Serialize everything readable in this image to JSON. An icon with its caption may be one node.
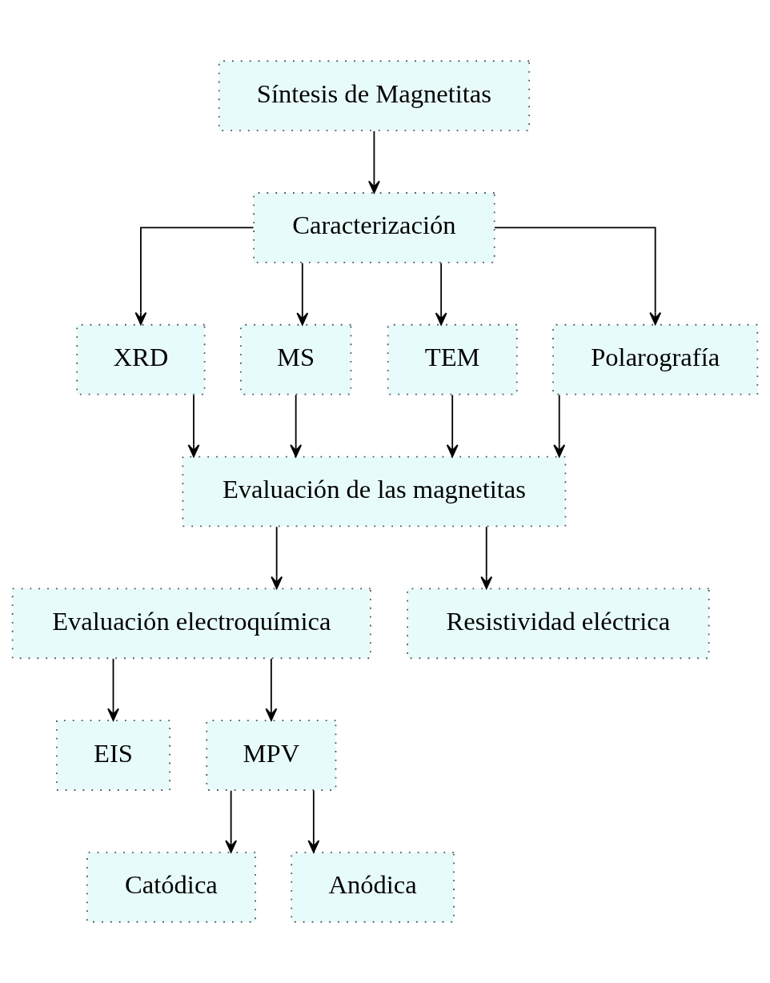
{
  "diagram": {
    "nodes": [
      {
        "text": [
          "Síntesis de Magnetitas"
        ]
      },
      {
        "text": [
          "Caracterización"
        ]
      },
      {
        "text": [
          "XRD"
        ]
      },
      {
        "text": [
          "MS"
        ]
      },
      {
        "text": [
          "TEM"
        ]
      },
      {
        "text": [
          "Polarografía"
        ]
      },
      {
        "text": [
          "Evaluación de las magnetitas"
        ]
      },
      {
        "text": [
          "Evaluación electroquímica"
        ]
      },
      {
        "text": [
          "Resistividad eléctrica"
        ]
      },
      {
        "text": [
          "EIS"
        ]
      },
      {
        "text": [
          "MPV"
        ]
      },
      {
        "text": [
          "Catódica"
        ]
      },
      {
        "text": [
          "Anódica"
        ]
      }
    ],
    "edges": [
      {
        "from": 0,
        "to": 1,
        "arrow": "to"
      },
      {
        "from": 1,
        "to": 2,
        "arrow": "to"
      },
      {
        "from": 1,
        "to": 3,
        "arrow": "to"
      },
      {
        "from": 1,
        "to": 4,
        "arrow": "to"
      },
      {
        "from": 1,
        "to": 5,
        "arrow": "to"
      },
      {
        "from": 2,
        "to": 6,
        "arrow": "to"
      },
      {
        "from": 3,
        "to": 6,
        "arrow": "to"
      },
      {
        "from": 4,
        "to": 6,
        "arrow": "to"
      },
      {
        "from": 5,
        "to": 6,
        "arrow": "to"
      },
      {
        "from": 6,
        "to": 7,
        "arrow": "to"
      },
      {
        "from": 6,
        "to": 8,
        "arrow": "to"
      },
      {
        "from": 7,
        "to": 9,
        "arrow": "to"
      },
      {
        "from": 7,
        "to": 10,
        "arrow": "to"
      },
      {
        "from": 10,
        "to": 11,
        "arrow": "to"
      },
      {
        "from": 10,
        "to": 12,
        "arrow": "to"
      }
    ]
  }
}
